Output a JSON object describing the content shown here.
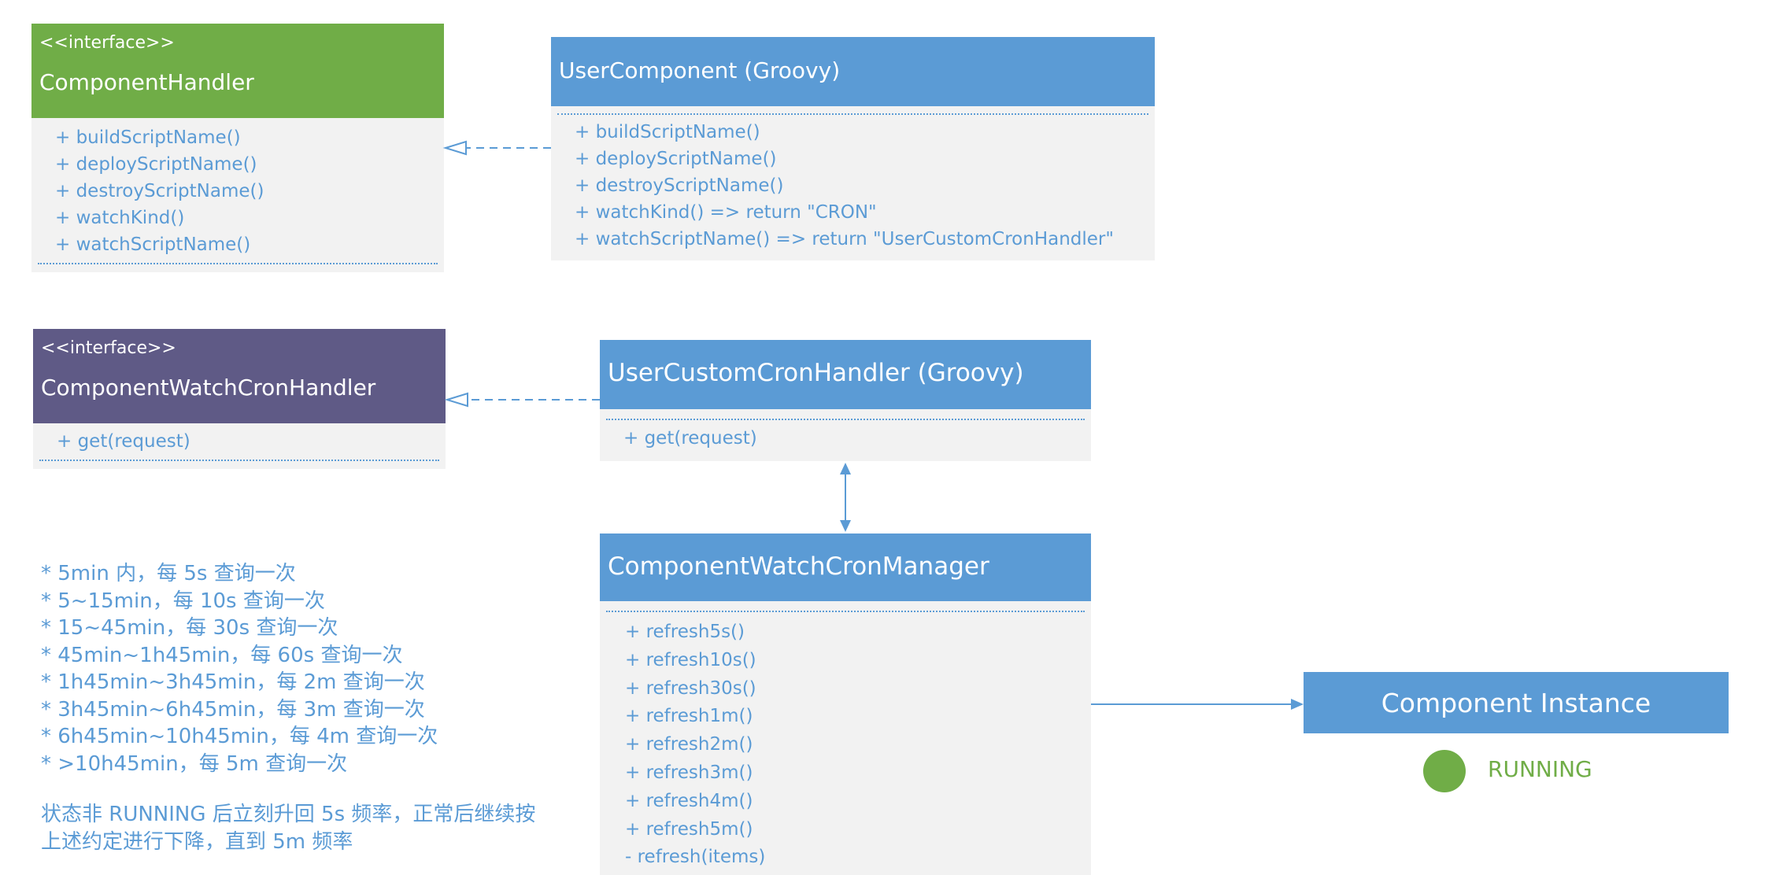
{
  "colors": {
    "blue": "#5b9bd5",
    "green": "#70ad47",
    "purple": "#5f5a86",
    "panel": "#f2f2f2"
  },
  "component_handler": {
    "stereotype": "<<interface>>",
    "name": "ComponentHandler",
    "methods": [
      "+ buildScriptName()",
      "+ deployScriptName()",
      "+ destroyScriptName()",
      "+ watchKind()",
      "+ watchScriptName()"
    ]
  },
  "user_component": {
    "name": "UserComponent (Groovy)",
    "methods": [
      "+ buildScriptName()",
      "+ deployScriptName()",
      "+ destroyScriptName()",
      "+ watchKind() => return \"CRON\"",
      "+ watchScriptName() => return \"UserCustomCronHandler\""
    ]
  },
  "watch_cron_handler": {
    "stereotype": "<<interface>>",
    "name": "ComponentWatchCronHandler",
    "methods": [
      "+ get(request)"
    ]
  },
  "user_cron_handler": {
    "name": "UserCustomCronHandler (Groovy)",
    "methods": [
      "+ get(request)"
    ]
  },
  "cron_manager": {
    "name": "ComponentWatchCronManager",
    "methods": [
      "+ refresh5s()",
      "+ refresh10s()",
      "+ refresh30s()",
      "+ refresh1m()",
      "+ refresh2m()",
      "+ refresh3m()",
      "+ refresh4m()",
      "+ refresh5m()",
      "- refresh(items)"
    ]
  },
  "schedule_notes": [
    "* 5min 内，每 5s 查询一次",
    "* 5~15min，每 10s 查询一次",
    "* 15~45min，每 30s 查询一次",
    "* 45min~1h45min，每 60s 查询一次",
    "* 1h45min~3h45min，每 2m 查询一次",
    "* 3h45min~6h45min，每 3m 查询一次",
    "* 6h45min~10h45min，每 4m 查询一次",
    "* >10h45min，每 5m 查询一次"
  ],
  "footnote": [
    "状态非 RUNNING 后立刻升回 5s 频率，正常后继续按",
    "上述约定进行下降，直到 5m 频率"
  ],
  "component_instance": {
    "label": "Component Instance",
    "status": "RUNNING"
  }
}
